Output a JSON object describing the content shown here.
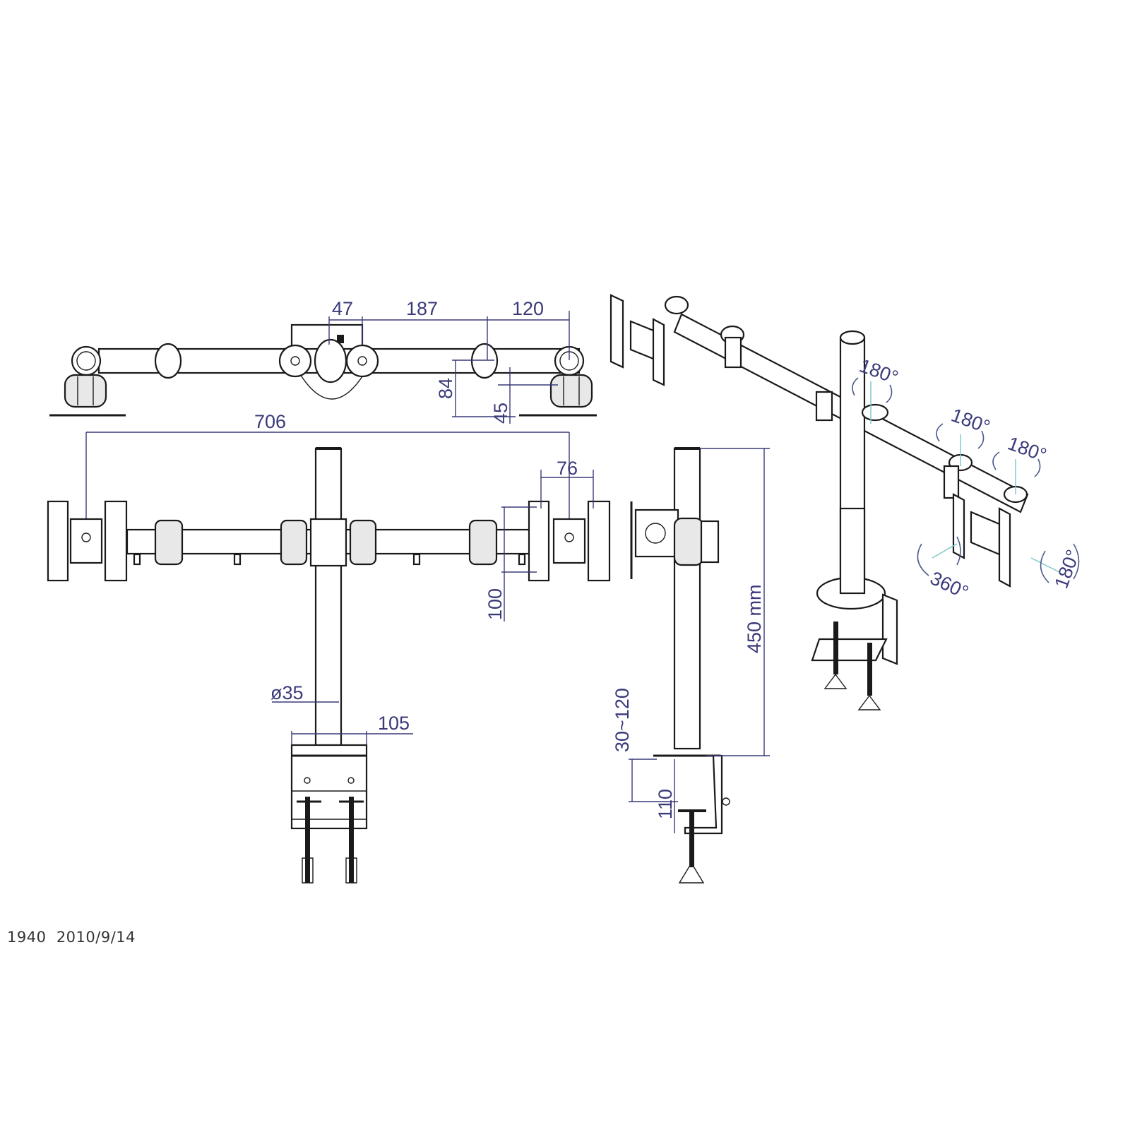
{
  "drawing": {
    "type": "technical drawing - dual monitor desk mount arm",
    "views": {
      "top_view": {
        "dims": {
          "d47": "47",
          "d187": "187",
          "d120": "120",
          "d84": "84",
          "d45": "45",
          "d706": "706"
        }
      },
      "front_view": {
        "dims": {
          "d76": "76",
          "d100": "100",
          "dia35": "ø35",
          "d105": "105"
        }
      },
      "side_view": {
        "dims": {
          "height": "450 mm",
          "clamp_range": "30~120",
          "d110": "110"
        }
      },
      "iso_view": {
        "rotations": {
          "r1": "180°",
          "r2": "180°",
          "r3": "180°",
          "r4": "360°",
          "r5": "180°"
        }
      }
    },
    "footer": {
      "code": "1940",
      "date": "2010/9/14"
    }
  },
  "colors": {
    "line": "#1a1a1a",
    "dimension": "#3a3a7a",
    "axis": "#7fc8c8",
    "background": "#ffffff"
  }
}
